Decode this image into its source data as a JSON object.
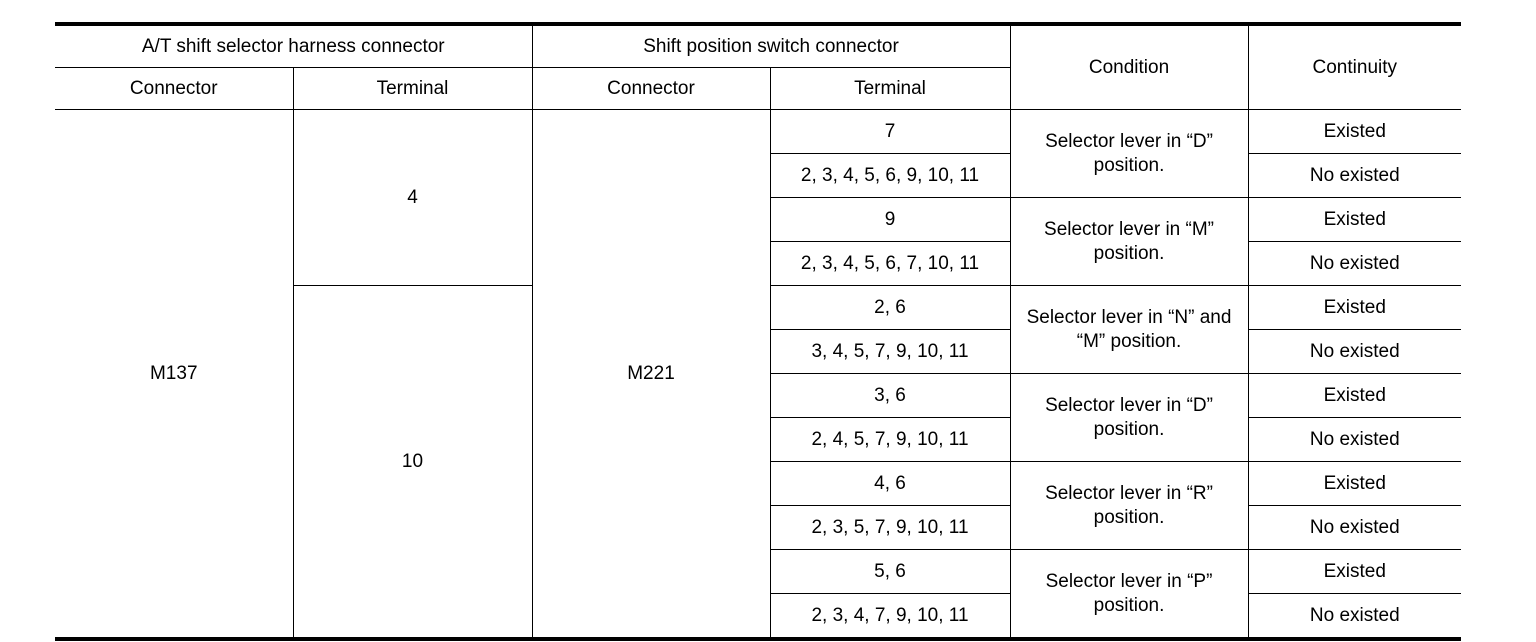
{
  "table": {
    "header": {
      "groups": [
        {
          "label": "A/T shift selector harness connector",
          "span": 2
        },
        {
          "label": "Shift position switch connector",
          "span": 2
        },
        {
          "label": "Condition",
          "span": 1,
          "rowspan": 2
        },
        {
          "label": "Continuity",
          "span": 1,
          "rowspan": 2
        }
      ],
      "subheaders": [
        "Connector",
        "Terminal",
        "Connector",
        "Terminal"
      ]
    },
    "harness_connector": "M137",
    "switch_connector": "M221",
    "harness_terminals": [
      {
        "value": "4",
        "rows": 4
      },
      {
        "value": "10",
        "rows": 8
      }
    ],
    "conditions": [
      "Selector lever in “D” position.",
      "Selector lever in “M” position.",
      "Selector lever in “N” and “M” position.",
      "Selector lever in “D” position.",
      "Selector lever in “R” position.",
      "Selector lever in “P” position."
    ],
    "rows": [
      {
        "switch_terminal": "7",
        "continuity": "Existed"
      },
      {
        "switch_terminal": "2, 3, 4, 5, 6, 9, 10, 11",
        "continuity": "No existed"
      },
      {
        "switch_terminal": "9",
        "continuity": "Existed"
      },
      {
        "switch_terminal": "2, 3, 4, 5, 6, 7, 10, 11",
        "continuity": "No existed"
      },
      {
        "switch_terminal": "2, 6",
        "continuity": "Existed"
      },
      {
        "switch_terminal": "3, 4, 5, 7, 9, 10, 11",
        "continuity": "No existed"
      },
      {
        "switch_terminal": "3, 6",
        "continuity": "Existed"
      },
      {
        "switch_terminal": "2, 4, 5, 7, 9, 10, 11",
        "continuity": "No existed"
      },
      {
        "switch_terminal": "4, 6",
        "continuity": "Existed"
      },
      {
        "switch_terminal": "2, 3, 5, 7, 9, 10, 11",
        "continuity": "No existed"
      },
      {
        "switch_terminal": "5, 6",
        "continuity": "Existed"
      },
      {
        "switch_terminal": "2, 3, 4, 7, 9, 10, 11",
        "continuity": "No existed"
      }
    ]
  }
}
